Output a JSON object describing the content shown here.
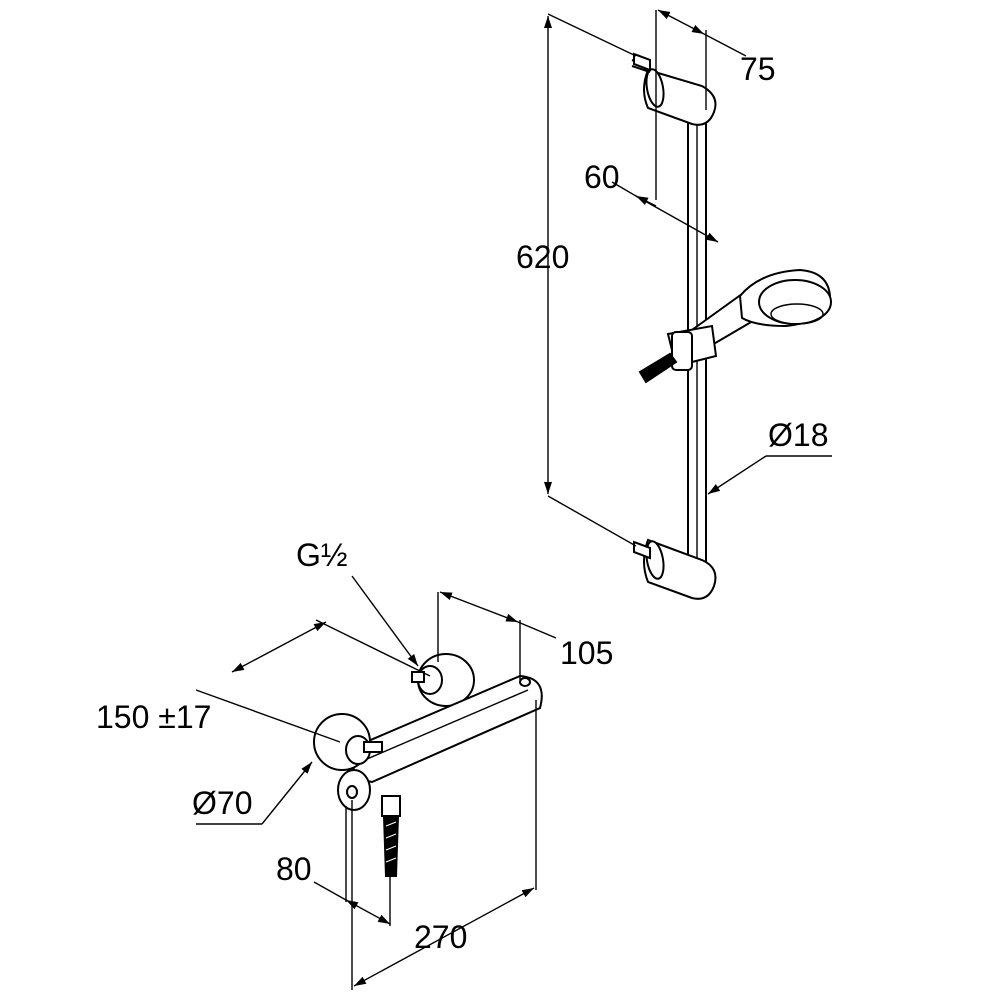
{
  "dimensions": {
    "rail_offset": "75",
    "bracket_depth": "60",
    "rail_length": "620",
    "rail_diameter": "Ø18",
    "thread": "G½",
    "valve_projection": "105",
    "inlet_spacing": "150 ±17",
    "rosette_diameter": "Ø70",
    "outlet_offset": "80",
    "valve_width": "270"
  },
  "colors": {
    "line": "#000000",
    "background": "#ffffff"
  }
}
